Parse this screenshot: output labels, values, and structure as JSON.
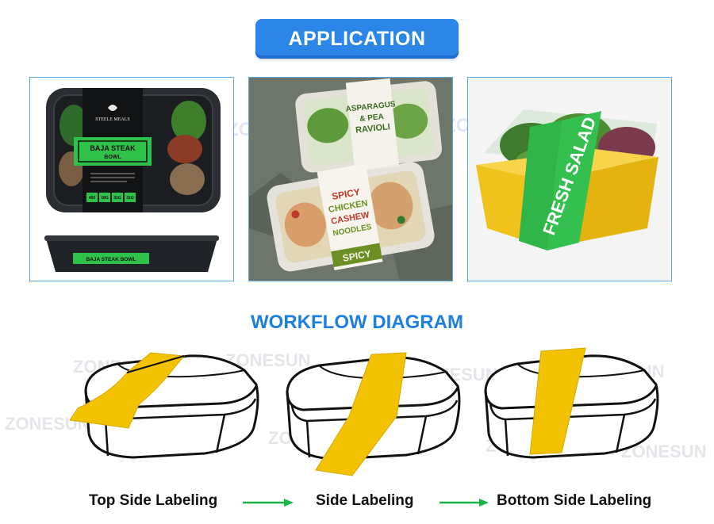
{
  "header": {
    "title": "APPLICATION"
  },
  "workflow": {
    "title": "WORKFLOW DIAGRAM",
    "steps": [
      {
        "label": "Top Side Labeling"
      },
      {
        "label": "Side Labeling"
      },
      {
        "label": "Bottom Side Labeling"
      }
    ]
  },
  "watermark": {
    "text": "ZONESUN"
  },
  "products": {
    "steak": {
      "brand": "STEELE MEALS",
      "name_line1": "BAJA STEAK",
      "name_line2": "BOWL",
      "side_label": "BAJA STEAK BOWL",
      "nutrition": [
        "400",
        "18G",
        "31G",
        "31G"
      ]
    },
    "asparagus": {
      "line1": "ASPARAGUS",
      "line2": "& PEA",
      "line3": "RAVIOLI"
    },
    "chicken": {
      "line1": "SPICY",
      "line2": "CHICKEN",
      "line3": "CASHEW",
      "line4": "NOODLES",
      "footer": "SPICY"
    },
    "salad": {
      "title": "FRESH SALAD"
    }
  },
  "colors": {
    "accent_blue": "#2b86e8",
    "title_blue": "#1e7fe0",
    "label_yellow": "#f2c200",
    "arrow_green": "#19b548",
    "label_green": "#2ec24a"
  }
}
